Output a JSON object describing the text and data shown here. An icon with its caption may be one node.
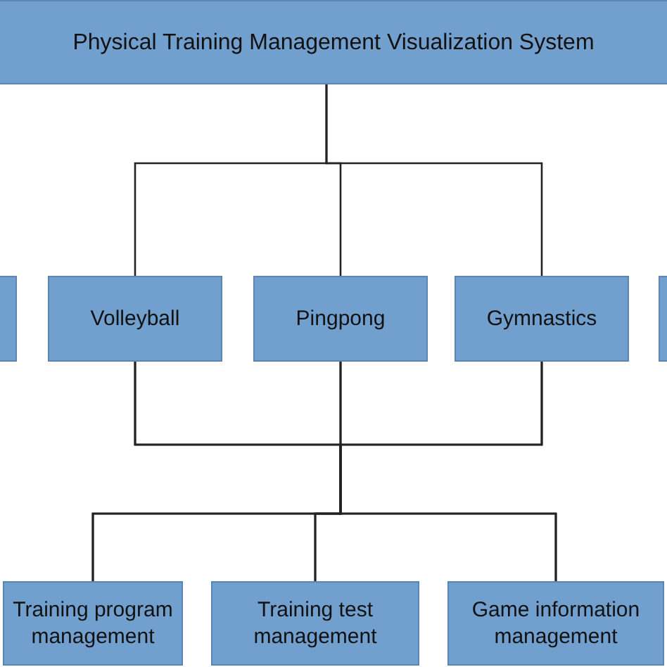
{
  "diagram": {
    "nodes": [
      {
        "text": [
          "Physical Training Management Visualization System"
        ]
      },
      {
        "text": [],
        "shape": "box"
      },
      {
        "text": [
          "Volleyball"
        ]
      },
      {
        "text": [
          "Pingpong"
        ]
      },
      {
        "text": [
          "Gymnastics"
        ]
      },
      {
        "text": [],
        "shape": "box"
      },
      {
        "text": [
          "Training program management"
        ]
      },
      {
        "text": [
          "Training test management"
        ]
      },
      {
        "text": [
          "Game information management"
        ]
      }
    ],
    "edges": [
      {
        "from": 0,
        "to": 2,
        "arrow": "none"
      },
      {
        "from": 0,
        "to": 3,
        "arrow": "none"
      },
      {
        "from": 0,
        "to": 4,
        "arrow": "none"
      },
      {
        "from": 2,
        "to": 6,
        "arrow": "none"
      },
      {
        "from": 2,
        "to": 7,
        "arrow": "none"
      },
      {
        "from": 2,
        "to": 8,
        "arrow": "none"
      },
      {
        "from": 3,
        "to": 6,
        "arrow": "none"
      },
      {
        "from": 3,
        "to": 7,
        "arrow": "none"
      },
      {
        "from": 3,
        "to": 8,
        "arrow": "none"
      },
      {
        "from": 4,
        "to": 6,
        "arrow": "none"
      },
      {
        "from": 4,
        "to": 7,
        "arrow": "none"
      },
      {
        "from": 4,
        "to": 8,
        "arrow": "none"
      }
    ]
  }
}
